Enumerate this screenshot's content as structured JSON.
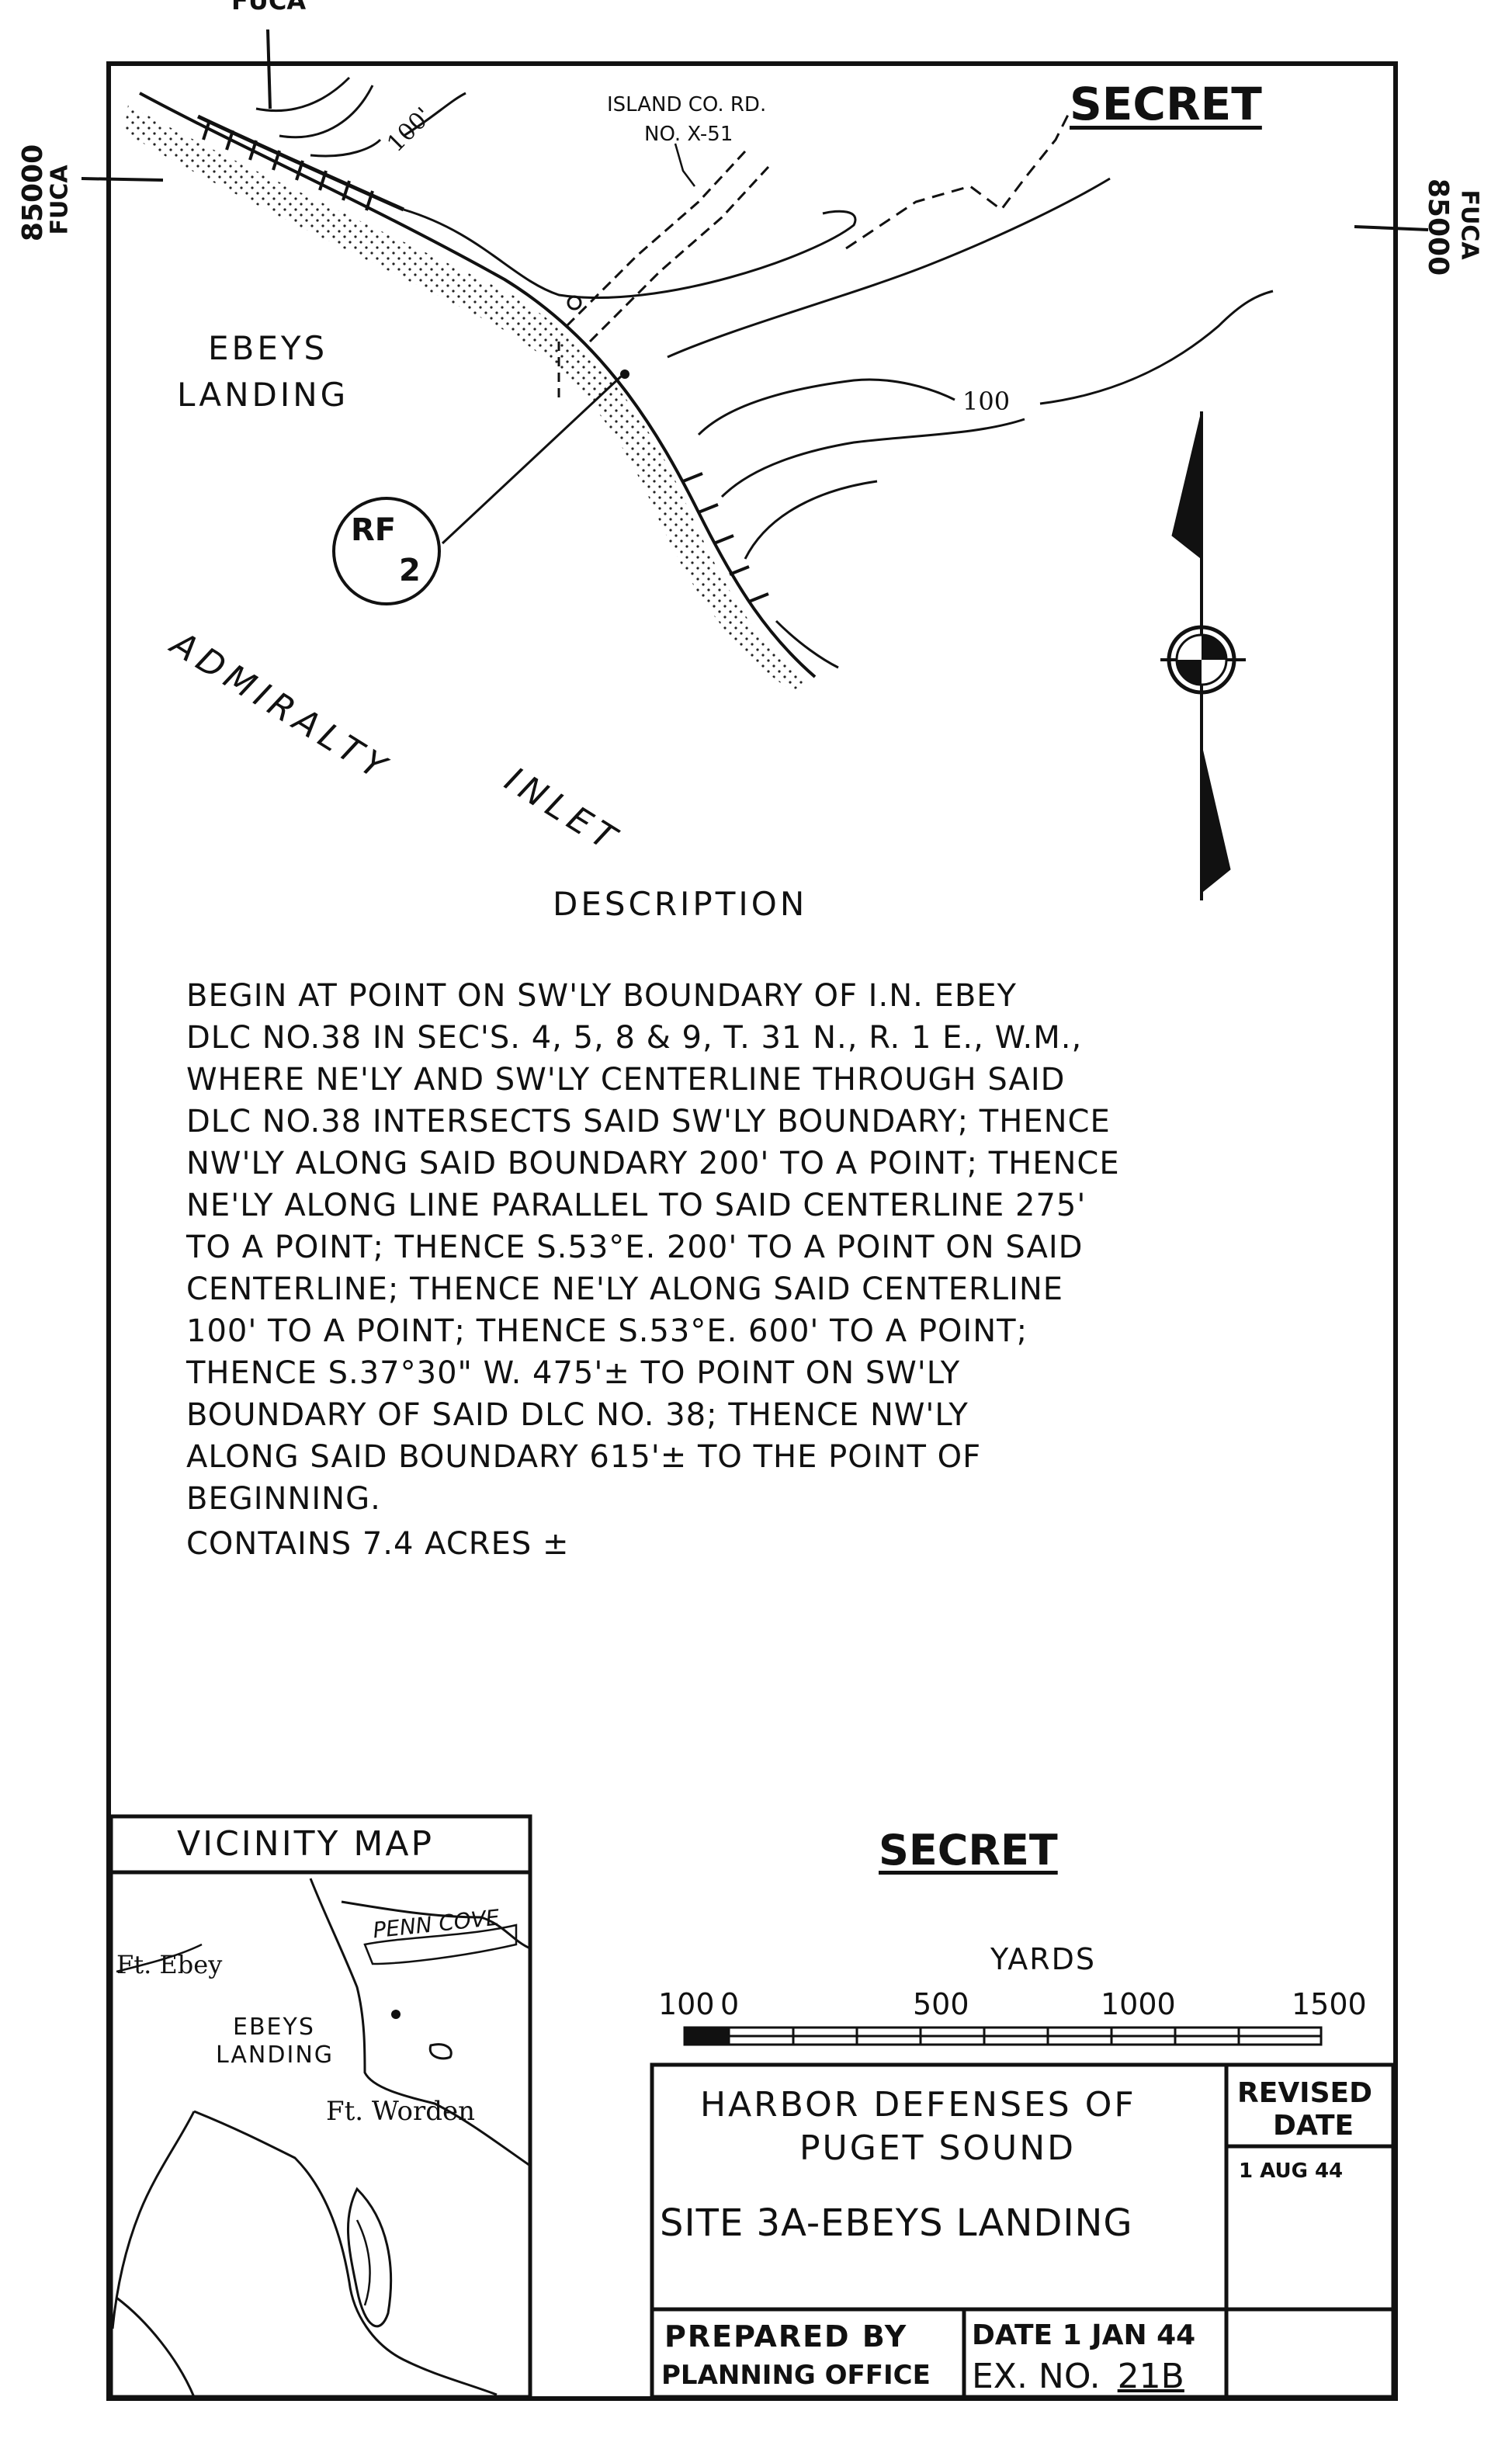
{
  "header": {
    "secret_label": "SECRET"
  },
  "edge_marks": {
    "left_number": "85000",
    "left_word": "FUCA",
    "top_word": "FUCA",
    "right_number": "85000",
    "right_word": "FUCA"
  },
  "map": {
    "road_label_1": "ISLAND CO. RD.",
    "road_label_2": "NO. X-51",
    "contour_label_top": "100'",
    "contour_label_right": "100",
    "place_label_1": "EBEYS",
    "place_label_2": "LANDING",
    "water_label_1": "ADMIRALTY",
    "water_label_2": "INLET",
    "ref_marker_top": "RF",
    "ref_marker_bottom": "2"
  },
  "description": {
    "heading": "DESCRIPTION",
    "lines": [
      "BEGIN AT POINT ON SW'LY BOUNDARY OF I.N. EBEY",
      "DLC NO.38 IN SEC'S. 4, 5, 8 & 9, T. 31 N., R. 1 E., W.M.,",
      "WHERE NE'LY AND SW'LY CENTERLINE THROUGH SAID",
      "DLC NO.38 INTERSECTS SAID SW'LY BOUNDARY; THENCE",
      "NW'LY ALONG SAID BOUNDARY 200' TO A POINT; THENCE",
      "NE'LY ALONG LINE PARALLEL TO SAID CENTERLINE 275'",
      "TO A POINT; THENCE S.53°E. 200' TO A POINT ON SAID",
      "CENTERLINE; THENCE NE'LY ALONG SAID CENTERLINE",
      "100' TO A POINT; THENCE S.53°E. 600' TO A POINT;",
      "THENCE S.37°30\" W. 475'± TO POINT ON SW'LY",
      "BOUNDARY OF SAID DLC NO. 38; THENCE NW'LY",
      "ALONG SAID BOUNDARY 615'± TO THE POINT OF",
      "BEGINNING.",
      "CONTAINS 7.4 ACRES ±"
    ]
  },
  "vicinity_map": {
    "title": "VICINITY MAP",
    "label_ft_ebey": "Ft. Ebey",
    "label_penn_cove": "PENN COVE",
    "label_ebeys_1": "EBEYS",
    "label_ebeys_2": "LANDING",
    "label_ft_worden": "Ft. Worden"
  },
  "scale_bar": {
    "secret_label": "SECRET",
    "unit": "YARDS",
    "ticks": [
      "100",
      "0",
      "500",
      "1000",
      "1500"
    ]
  },
  "title_block": {
    "title_line1": "HARBOR DEFENSES OF",
    "title_line2": "PUGET SOUND",
    "site": "SITE 3A-EBEYS LANDING",
    "revised_header_1": "REVISED",
    "revised_header_2": "DATE",
    "revised_value": "1 AUG 44",
    "prepared_line1": "PREPARED BY",
    "prepared_line2": "PLANNING OFFICE",
    "date_line": "DATE 1 JAN 44",
    "exhibit_prefix": "EX. NO.",
    "exhibit_number": "21B"
  }
}
